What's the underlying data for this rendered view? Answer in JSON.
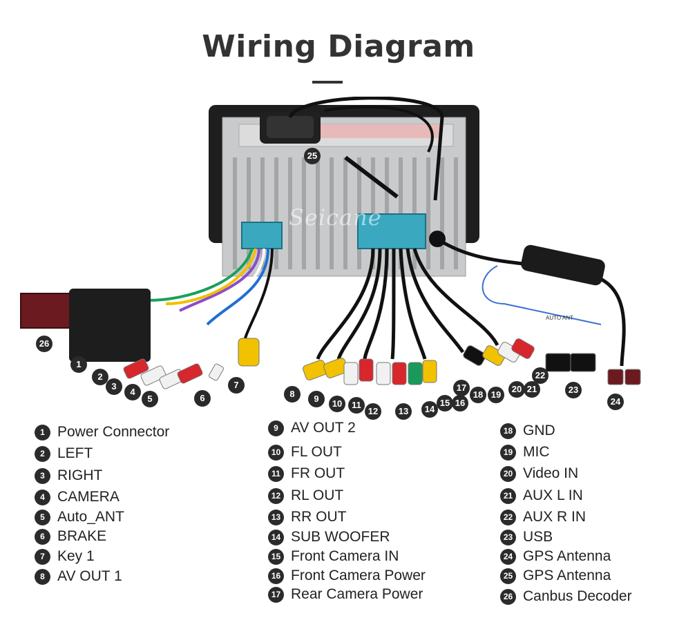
{
  "title": "Wiring Diagram",
  "watermark": "Seicane",
  "device_label": "AUTO ANT",
  "callouts_on_image": [
    "26",
    "1",
    "2",
    "3",
    "4",
    "5",
    "6",
    "7",
    "8",
    "9",
    "10",
    "11",
    "12",
    "13",
    "14",
    "15",
    "16",
    "17",
    "18",
    "19",
    "20",
    "21",
    "22",
    "23",
    "24",
    "25"
  ],
  "legend": [
    {
      "num": "1",
      "label": "Power Connector"
    },
    {
      "num": "2",
      "label": "LEFT"
    },
    {
      "num": "3",
      "label": "RIGHT"
    },
    {
      "num": "4",
      "label": "CAMERA"
    },
    {
      "num": "5",
      "label": "Auto_ANT"
    },
    {
      "num": "6",
      "label": "BRAKE"
    },
    {
      "num": "7",
      "label": "Key 1"
    },
    {
      "num": "8",
      "label": "AV OUT 1"
    },
    {
      "num": "9",
      "label": "AV OUT 2"
    },
    {
      "num": "10",
      "label": "FL OUT"
    },
    {
      "num": "11",
      "label": "FR OUT"
    },
    {
      "num": "12",
      "label": "RL OUT"
    },
    {
      "num": "13",
      "label": "RR OUT"
    },
    {
      "num": "14",
      "label": "SUB WOOFER"
    },
    {
      "num": "15",
      "label": "Front Camera IN"
    },
    {
      "num": "16",
      "label": "Front Camera Power"
    },
    {
      "num": "17",
      "label": "Rear Camera Power"
    },
    {
      "num": "18",
      "label": "GND"
    },
    {
      "num": "19",
      "label": "MIC"
    },
    {
      "num": "20",
      "label": "Video IN"
    },
    {
      "num": "21",
      "label": "AUX  L IN"
    },
    {
      "num": "22",
      "label": "AUX  R IN"
    },
    {
      "num": "23",
      "label": "USB"
    },
    {
      "num": "24",
      "label": "GPS Antenna"
    },
    {
      "num": "25",
      "label": "GPS Antenna"
    },
    {
      "num": "26",
      "label": "Canbus Decoder"
    }
  ],
  "colors": {
    "chassis": "#c9cacc",
    "bezel": "#1e1e1e",
    "connector_teal": "#3aa9c0",
    "rca_yellow": "#f2c200",
    "rca_red": "#d7262c",
    "rca_white": "#f1f1f1",
    "rca_green": "#1a9a5a",
    "canbus": "#6b1a1f",
    "cable": "#111111",
    "antenna_wire": "#3a6fd8"
  }
}
